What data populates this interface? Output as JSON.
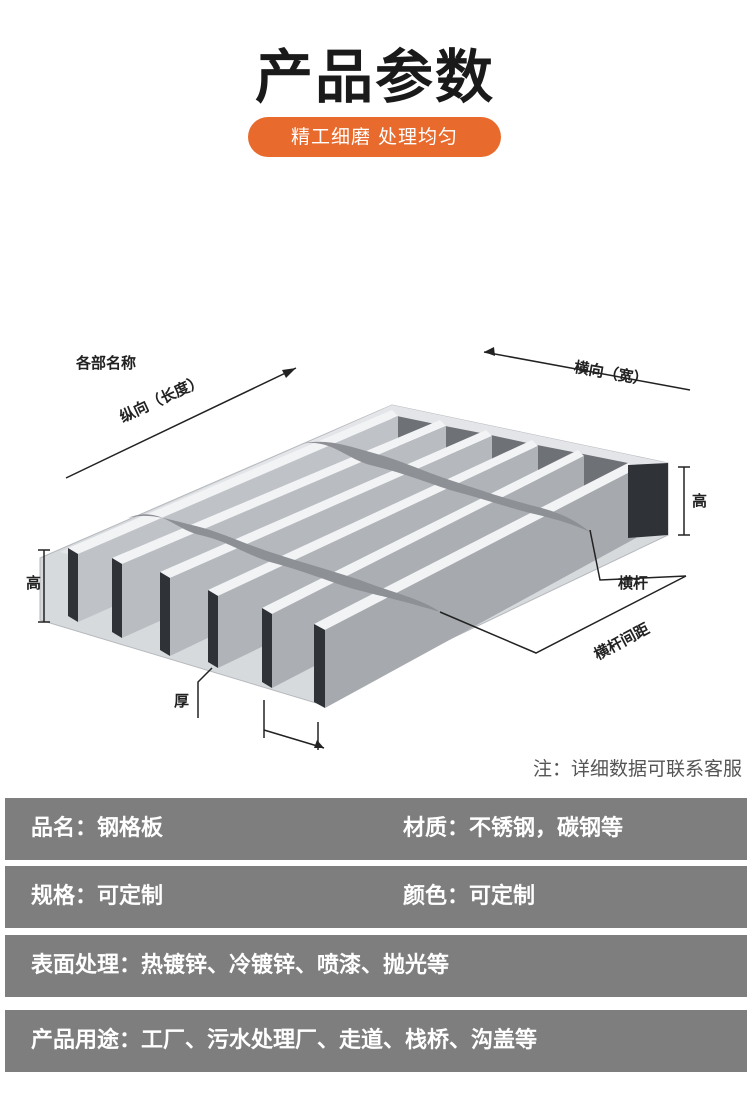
{
  "header": {
    "title": "产品参数",
    "subtitle": "精工细磨 处理均匀"
  },
  "diagram": {
    "labels": {
      "parts_name": "各部名称",
      "longitudinal": "纵向（长度）",
      "transverse": "横向（宽）",
      "height_right": "高",
      "height_left": "高",
      "cross_bar": "横杆",
      "cross_bar_spacing": "横杆间距",
      "thickness": "厚"
    },
    "note": "注：详细数据可联系客服"
  },
  "specs": {
    "name": "品名：钢格板",
    "material": "材质：不锈钢，碳钢等",
    "size": "规格：可定制",
    "color": "颜色：可定制",
    "surface": "表面处理：热镀锌、冷镀锌、喷漆、抛光等",
    "usage": "产品用途：工厂、污水处理厂、走道、栈桥、沟盖等"
  },
  "colors": {
    "accent": "#e86a2c",
    "spec_bar": "#7e7e7e"
  }
}
